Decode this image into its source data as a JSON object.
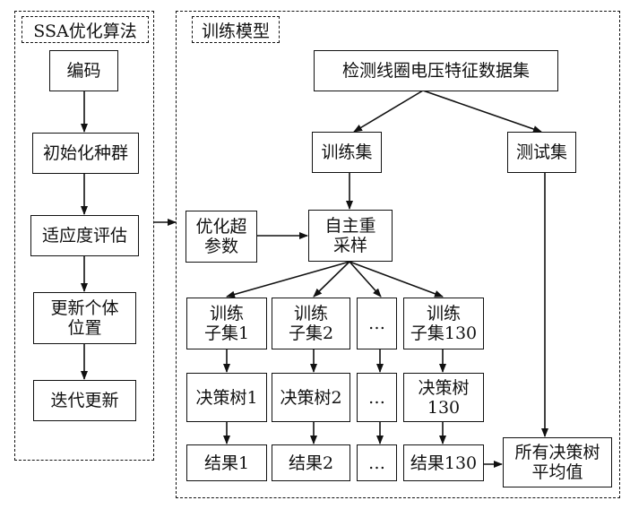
{
  "ssa_panel": {
    "title": "SSA优化算法",
    "steps": [
      "编码",
      "初始化种群",
      "适应度评估",
      "更新个体位置",
      "迭代更新"
    ]
  },
  "training_panel": {
    "title": "训练模型",
    "dataset": "检测线圈电压特征数据集",
    "train_set": "训练集",
    "test_set": "测试集",
    "hyperparam": "优化超\n参数",
    "bootstrap": "自主重\n采样",
    "subsets": [
      "训练\n子集1",
      "训练\n子集2",
      "…",
      "训练\n子集130"
    ],
    "trees": [
      "决策树1",
      "决策树2",
      "…",
      "决策树\n130"
    ],
    "results": [
      "结果1",
      "结果2",
      "…",
      "结果130"
    ],
    "average": "所有决策树\n平均值"
  }
}
